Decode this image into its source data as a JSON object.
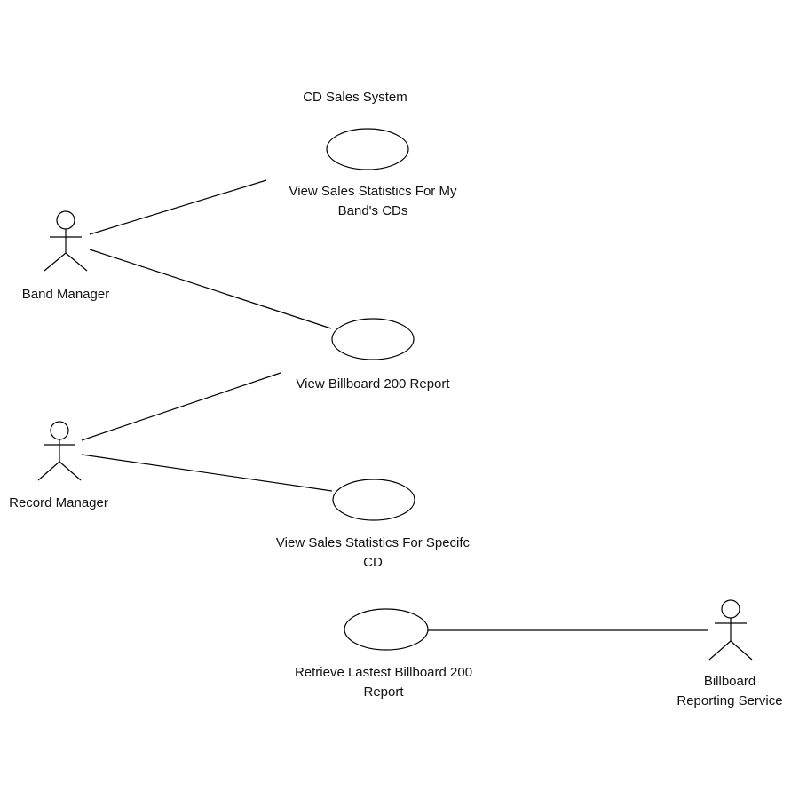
{
  "system": {
    "title": "CD Sales System"
  },
  "actors": [
    {
      "name": "Band Manager"
    },
    {
      "name": "Record Manager"
    },
    {
      "name_line1": "Billboard",
      "name_line2": "Reporting Service"
    }
  ],
  "use_cases": [
    {
      "line1": "View Sales Statistics For My",
      "line2": "Band's CDs"
    },
    {
      "line1": "View Billboard 200 Report"
    },
    {
      "line1": "View Sales Statistics For Specifc",
      "line2": "CD"
    },
    {
      "line1": "Retrieve Lastest Billboard 200",
      "line2": "Report"
    }
  ],
  "colors": {
    "stroke": "#000000",
    "background": "#ffffff"
  }
}
